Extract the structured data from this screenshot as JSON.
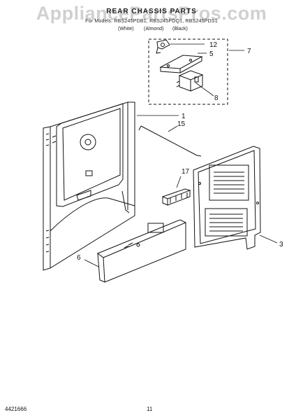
{
  "header": {
    "title": "REAR CHASSIS PARTS",
    "models": "For Models: RBS245PDB1, RBS245PDQ1, RBS245PDS1",
    "variants": [
      "(White)",
      "(Almond)",
      "(Black)"
    ]
  },
  "watermark": "AppliancePartsPros.com",
  "callouts": [
    "12",
    "5",
    "7",
    "8",
    "1",
    "15",
    "17",
    "3",
    "6"
  ],
  "footer": {
    "page_number": "11",
    "doc_id": "4421666"
  }
}
